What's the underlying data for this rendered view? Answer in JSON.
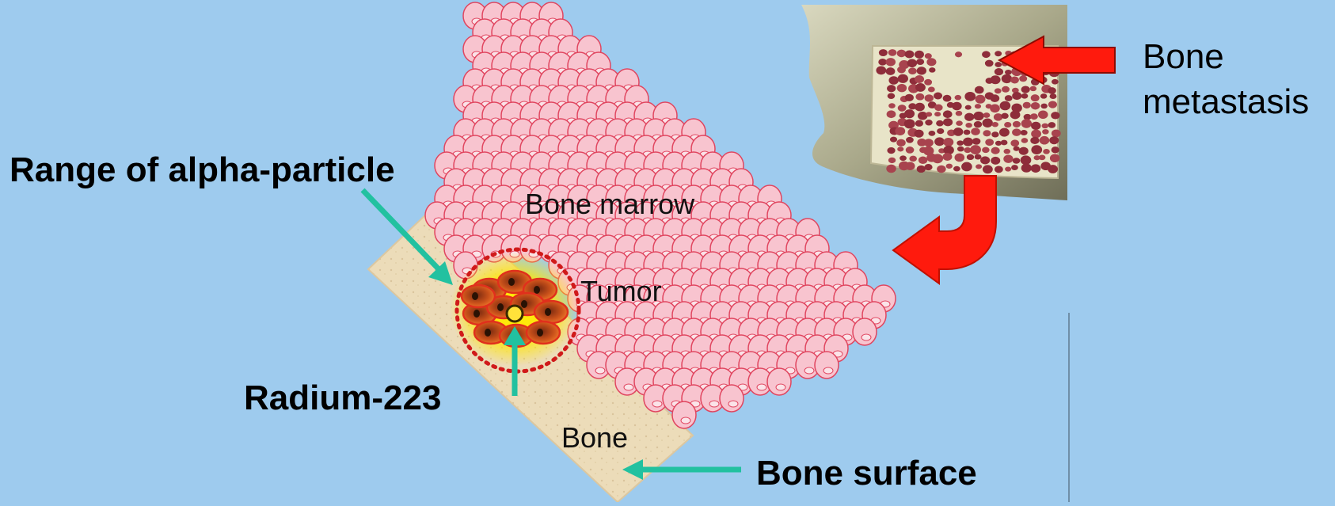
{
  "labels": {
    "range_of_alpha": "Range of alpha-particle",
    "radium": "Radium-223",
    "bone_surface": "Bone surface",
    "bone_metastasis_line1": "Bone",
    "bone_metastasis_line2": "metastasis",
    "bone_marrow": "Bone marrow",
    "tumor": "Tumor",
    "bone": "Bone"
  },
  "colors": {
    "background": "#9ecbee",
    "pointer_arrow": "#22c1a0",
    "red_arrow": "#ff1a0d",
    "marrow_cell_fill": "#f8c4cf",
    "marrow_cell_stroke": "#e0455f",
    "bone_fill": "#eddcb8",
    "tumor_glow": "#ffea00",
    "tumor_cell": "#e0301c",
    "range_circle": "#d01a1a"
  },
  "icons": {
    "pointer": "green-pointer-arrow",
    "metastasis": "red-block-arrow",
    "transition": "red-curved-arrow"
  }
}
